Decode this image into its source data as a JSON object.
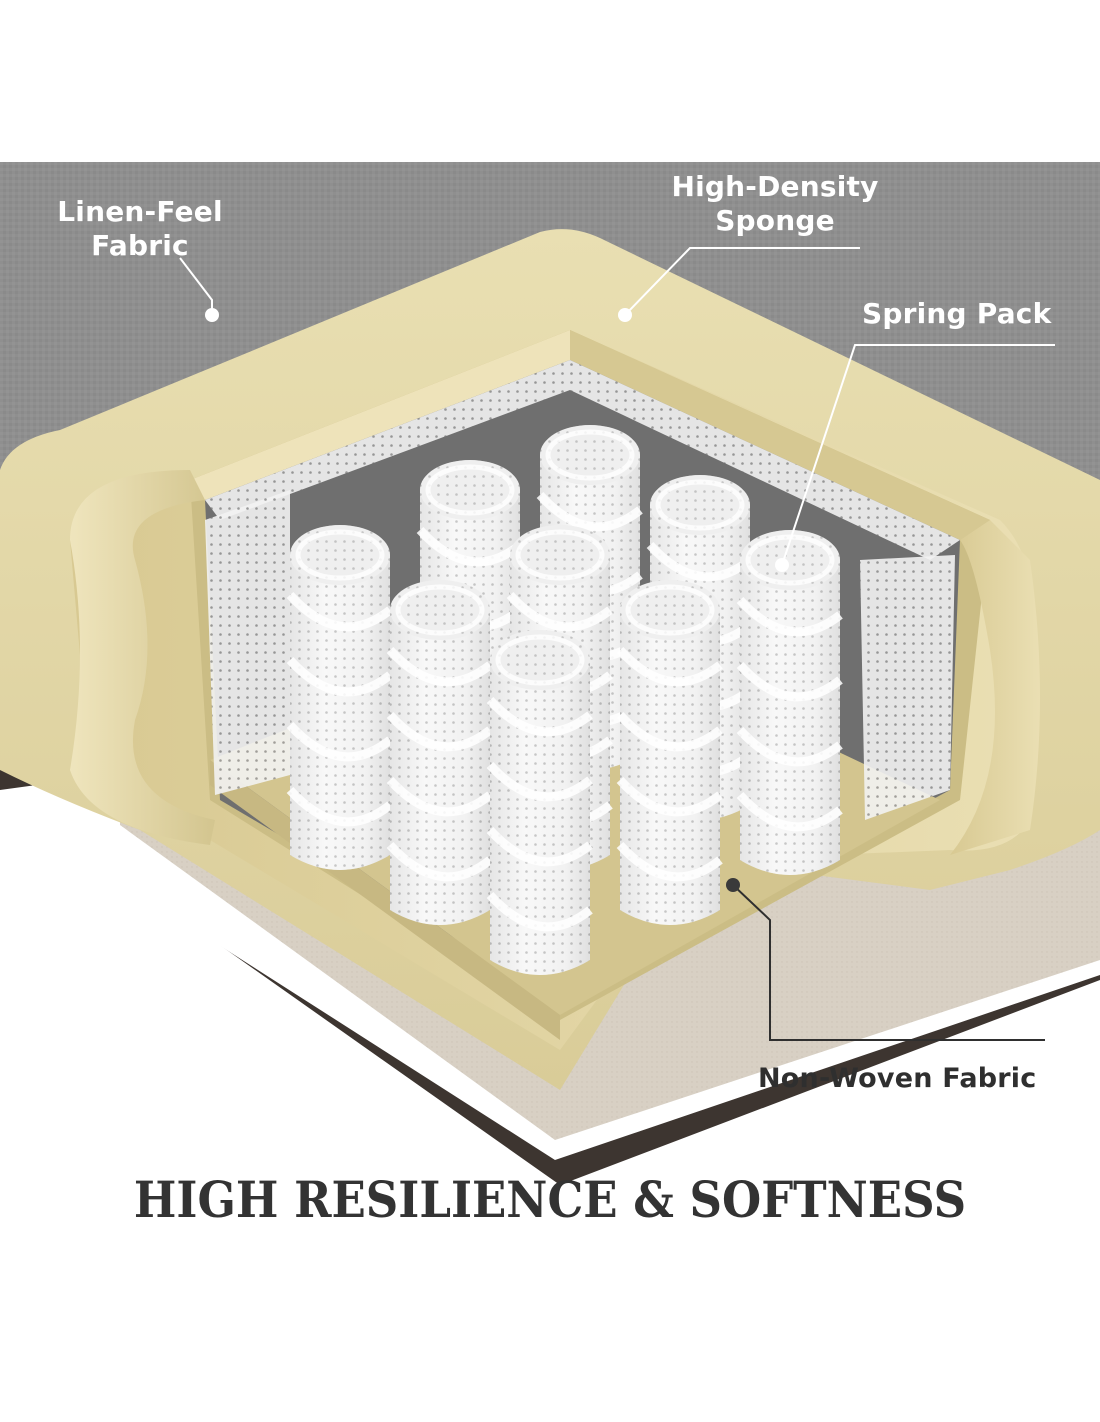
{
  "labels": {
    "linen_feel_fabric": [
      "Linen-Feel",
      "Fabric"
    ],
    "high_density_sponge": [
      "High-Density",
      "Sponge"
    ],
    "spring_pack": "Spring Pack",
    "non_woven_fabric": "Non-Woven Fabric"
  },
  "headline": "HIGH RESILIENCE & SOFTNESS",
  "colors": {
    "fabric_gray": "#8f8f8f",
    "sponge_yellow": "#e3d7a8",
    "spring_white": "#f4f4f4",
    "base_fabric": "#d9d1c6",
    "headline_text": "#333333",
    "label_light": "#ffffff",
    "label_dark": "#2f2f2f"
  },
  "icons": [
    "callout-dot-icon",
    "leader-line-icon"
  ]
}
